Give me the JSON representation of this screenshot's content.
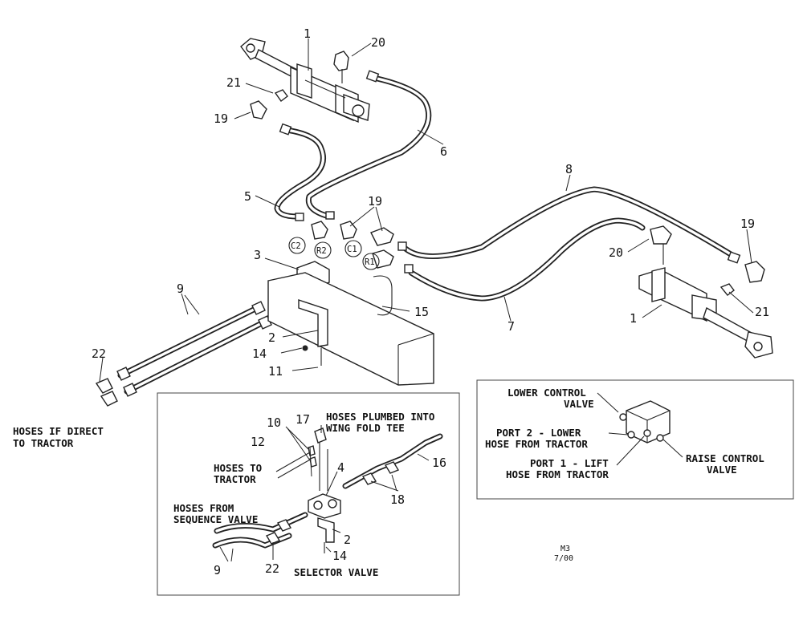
{
  "callouts": {
    "c1_top": "1",
    "c20_top": "20",
    "c21_top": "21",
    "c19_top": "19",
    "c6": "6",
    "c5": "5",
    "c19_mid": "19",
    "c8": "8",
    "c3": "3",
    "c20_right": "20",
    "c19_right": "19",
    "c9": "9",
    "c15": "15",
    "c7": "7",
    "c1_right": "1",
    "c21_right": "21",
    "c2": "2",
    "c14": "14",
    "c22": "22",
    "c11": "11"
  },
  "port_labels": {
    "c2": "C2",
    "r2": "R2",
    "c1": "C1",
    "r1": "R1"
  },
  "hoses_direct_label": {
    "line1": "HOSES IF DIRECT",
    "line2": "TO TRACTOR"
  },
  "inset_selector": {
    "c10": "10",
    "c17": "17",
    "plumbed_line1": "HOSES PLUMBED INTO",
    "plumbed_line2": "WING FOLD TEE",
    "c12": "12",
    "c16": "16",
    "tractor_line1": "HOSES TO",
    "tractor_line2": "TRACTOR",
    "c4": "4",
    "c18": "18",
    "sequence_line1": "HOSES FROM",
    "sequence_line2": "SEQUENCE VALVE",
    "c2": "2",
    "c9": "9",
    "c22": "22",
    "c14": "14",
    "caption": "SELECTOR VALVE"
  },
  "inset_valve": {
    "lower_line1": "LOWER CONTROL",
    "lower_line2": "VALVE",
    "port2_line1": "PORT 2 - LOWER",
    "port2_line2": "HOSE FROM TRACTOR",
    "port1_line1": "PORT 1 - LIFT",
    "port1_line2": "HOSE FROM TRACTOR",
    "raise_line1": "RAISE CONTROL",
    "raise_line2": "VALVE"
  },
  "drawing_code": {
    "line1": "M3",
    "line2": "7/00"
  }
}
